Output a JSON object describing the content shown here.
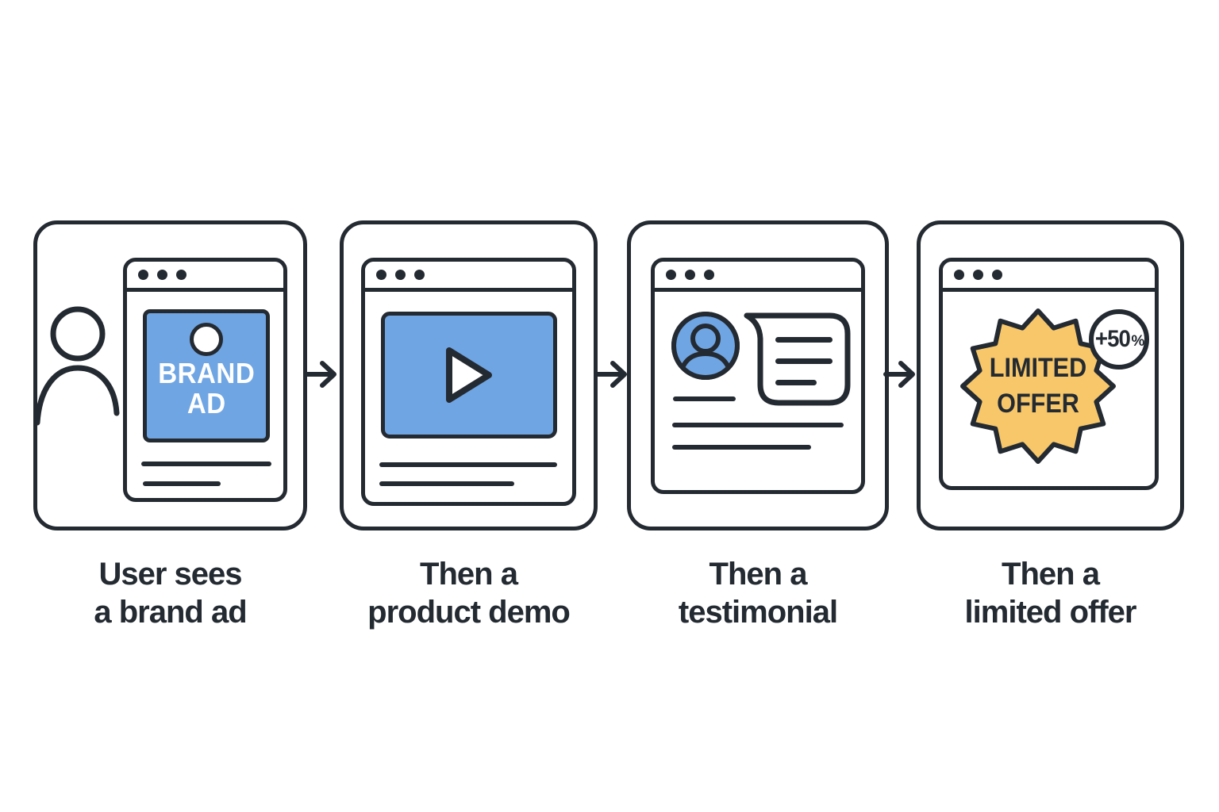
{
  "background": "#FFFFFF",
  "colors": {
    "outline": "#242A31",
    "accent_blue": "#6FA5E3",
    "accent_yellow": "#F7C76A",
    "caption_text": "#232A31",
    "ad_text": "#FFFFFF"
  },
  "steps": [
    {
      "name": "brand-ad",
      "caption_line1": "User sees",
      "caption_line2": "a brand ad",
      "ad": {
        "line1": "BRAND",
        "line2": "AD"
      }
    },
    {
      "name": "product-demo",
      "caption_line1": "Then a",
      "caption_line2": "product demo"
    },
    {
      "name": "testimonial",
      "caption_line1": "Then a",
      "caption_line2": "testimonial"
    },
    {
      "name": "limited-offer",
      "caption_line1": "Then a",
      "caption_line2": "limited offer",
      "badge": {
        "line1": "LIMITED",
        "line2": "OFFER"
      },
      "discount": {
        "value": "+50",
        "unit": "%"
      }
    }
  ]
}
